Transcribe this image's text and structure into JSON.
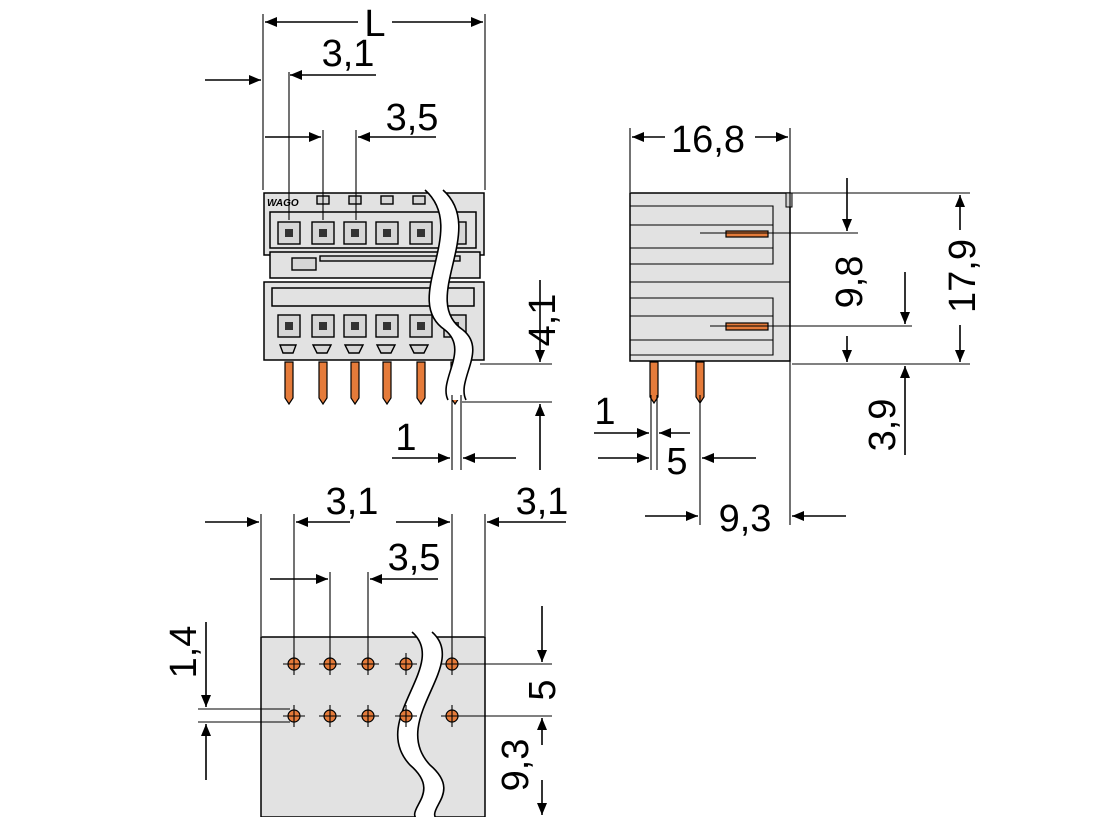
{
  "drawing": {
    "colors": {
      "pin": "#e57b3a",
      "body": "#e2e2e2",
      "line": "#000000"
    },
    "dimensions": {
      "length": "L",
      "pitch_3_1_top": "3,1",
      "pitch_3_5_top": "3,5",
      "width_16_8": "16,8",
      "height_17_9": "17,9",
      "height_9_8": "9,8",
      "height_4_1": "4,1",
      "pin_1_front": "1",
      "pin_1_side": "1",
      "pin_5_side": "5",
      "height_3_9": "3,9",
      "width_9_3_side": "9,3",
      "pitch_3_1_bottom": "3,1",
      "edge_3_1_bottom": "3,1",
      "pitch_3_5_bottom": "3,5",
      "offset_1_4": "1,4",
      "row_5": "5",
      "depth_9_3_bottom": "9,3"
    },
    "logo_text": "WAGO"
  }
}
